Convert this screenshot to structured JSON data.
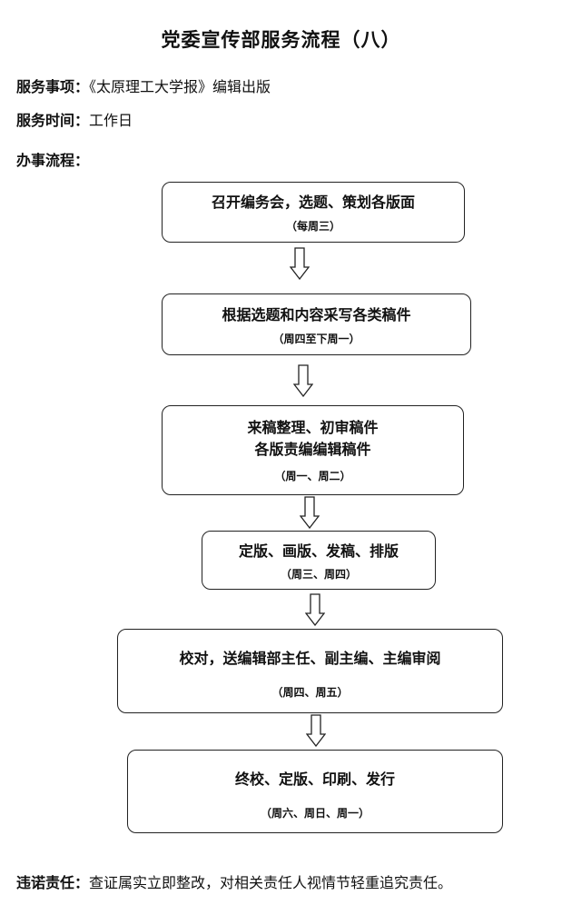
{
  "title": "党委宣传部服务流程（八）",
  "service_item": {
    "label": "服务事项：",
    "value": "《太原理工大学报》编辑出版"
  },
  "service_time": {
    "label": "服务时间：",
    "value": "工作日"
  },
  "process_label": "办事流程：",
  "steps": [
    {
      "lines": [
        "召开编务会，选题、策划各版面"
      ],
      "sub": "（每周三）"
    },
    {
      "lines": [
        "根据选题和内容采写各类稿件"
      ],
      "sub": "（周四至下周一）"
    },
    {
      "lines": [
        "来稿整理、初审稿件",
        "各版责编编辑稿件"
      ],
      "sub": "（周一、周二）"
    },
    {
      "lines": [
        "定版、画版、发稿、排版"
      ],
      "sub": "（周三、周四）"
    },
    {
      "lines": [
        "校对，送编辑部主任、副主编、主编审阅"
      ],
      "sub": "（周四、周五）"
    },
    {
      "lines": [
        "终校、定版、印刷、发行"
      ],
      "sub": "（周六、周日、周一）"
    }
  ],
  "arrow_icon": "down-arrow-icon",
  "violation": {
    "label": "违诺责任：",
    "value": "查证属实立即整改，对相关责任人视情节轻重追究责任。"
  }
}
